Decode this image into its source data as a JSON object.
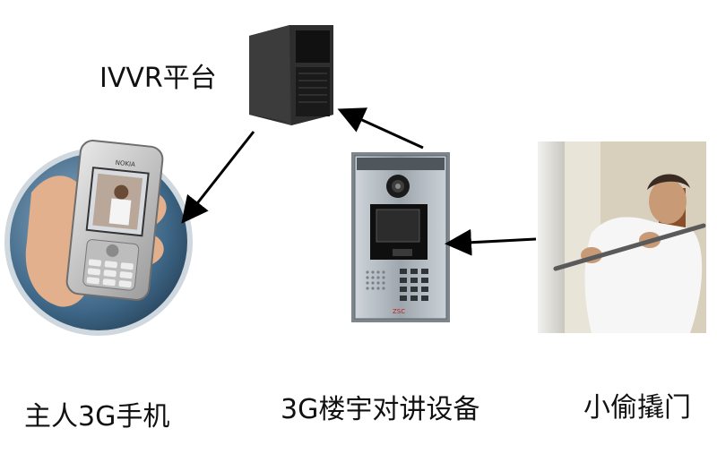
{
  "labels": {
    "platform": "IVVR平台",
    "phone": "主人3G手机",
    "intercom": "3G楼宇对讲设备",
    "thief": "小偷撬门"
  },
  "phone_screen_brand": "NOKIA",
  "intercom_brand": "ZSC",
  "colors": {
    "arrow": "#000000",
    "server_body": "#2b2b2b",
    "intercom_panel": "#9aa3ab",
    "circle_bg": "#4a6f8c",
    "text": "#111111"
  }
}
